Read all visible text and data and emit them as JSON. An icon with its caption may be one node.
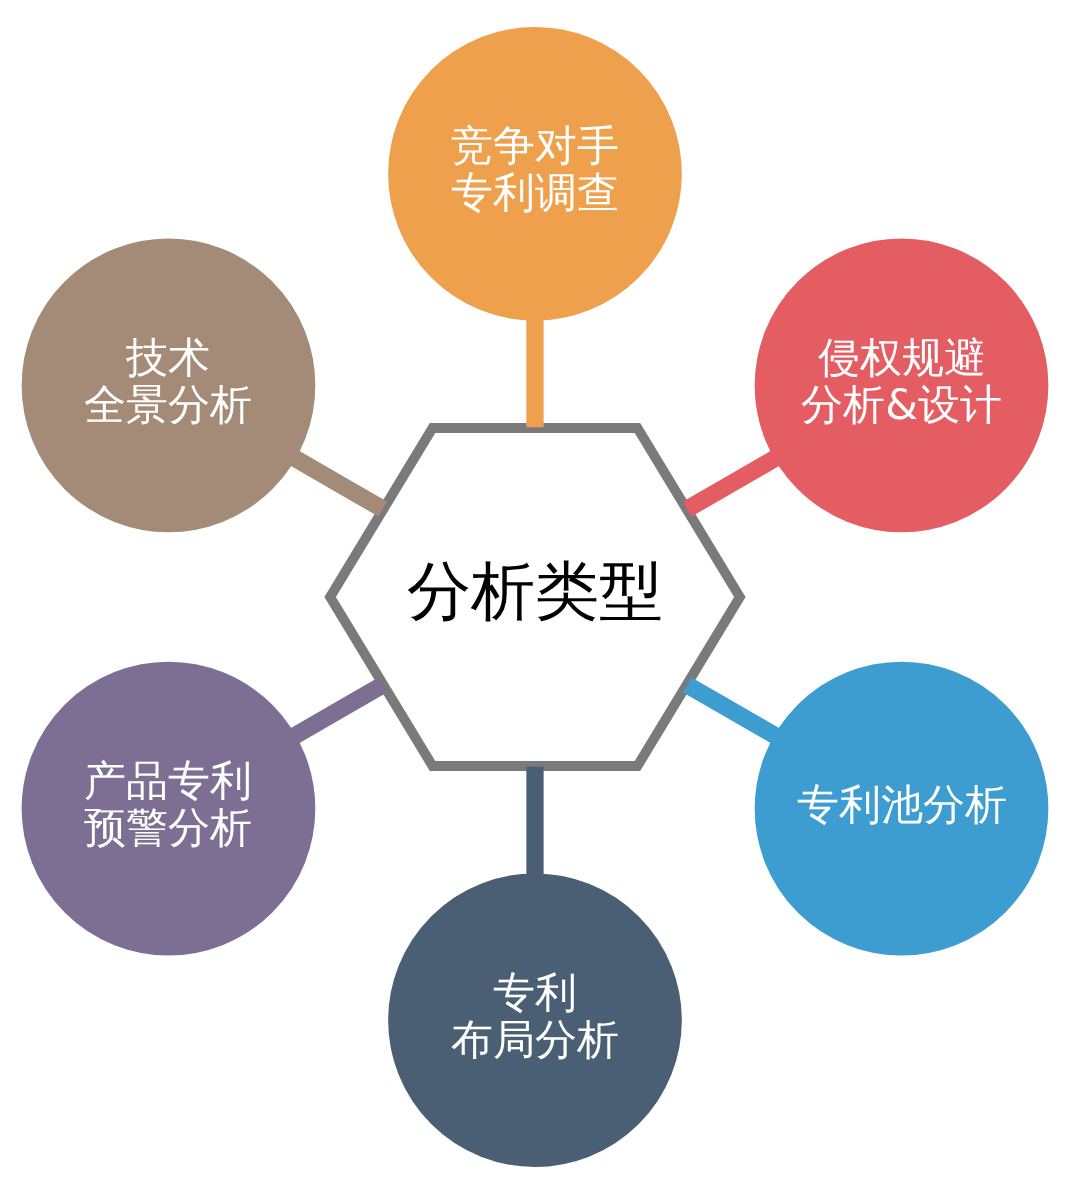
{
  "diagram": {
    "nodes": [
      {
        "text": [
          "分析类型"
        ]
      },
      {
        "text": [
          "竞争对手专利调查"
        ]
      },
      {
        "text": [
          "侵权规避分析&设计"
        ]
      },
      {
        "text": [
          "专利池分析"
        ]
      },
      {
        "text": [
          "专利布局分析"
        ]
      },
      {
        "text": [
          "产品专利预警分析"
        ]
      },
      {
        "text": [
          "技术全景分析"
        ]
      }
    ],
    "edges": [
      {
        "from": 0,
        "to": 1,
        "arrow": "none",
        "color": "#eea04c"
      },
      {
        "from": 0,
        "to": 2,
        "arrow": "none",
        "color": "#e35d63"
      },
      {
        "from": 0,
        "to": 3,
        "arrow": "none",
        "color": "#3d9dd0"
      },
      {
        "from": 0,
        "to": 4,
        "arrow": "none",
        "color": "#4a5e74"
      },
      {
        "from": 0,
        "to": 5,
        "arrow": "none",
        "color": "#7d6f94"
      },
      {
        "from": 0,
        "to": 6,
        "arrow": "none",
        "color": "#a38b78"
      }
    ]
  }
}
